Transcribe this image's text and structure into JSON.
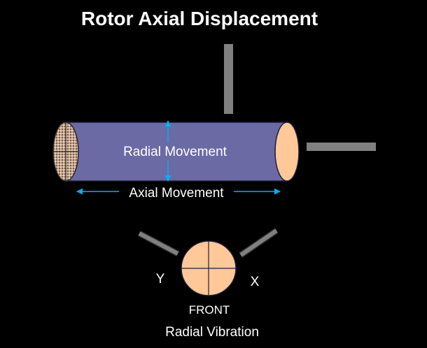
{
  "title": "Rotor Axial Displacement",
  "labels": {
    "radial_movement": "Radial Movement",
    "axial_movement": "Axial Movement",
    "y_probe": "Y",
    "x_probe": "X",
    "front": "FRONT",
    "radial_vibration": "Radial Vibration"
  },
  "colors": {
    "background": "#000000",
    "rotor_body": "#6b6aa5",
    "rotor_end": "#ffc898",
    "probe": "#808080",
    "arrow": "#00b0f0",
    "text": "#ffffff"
  }
}
